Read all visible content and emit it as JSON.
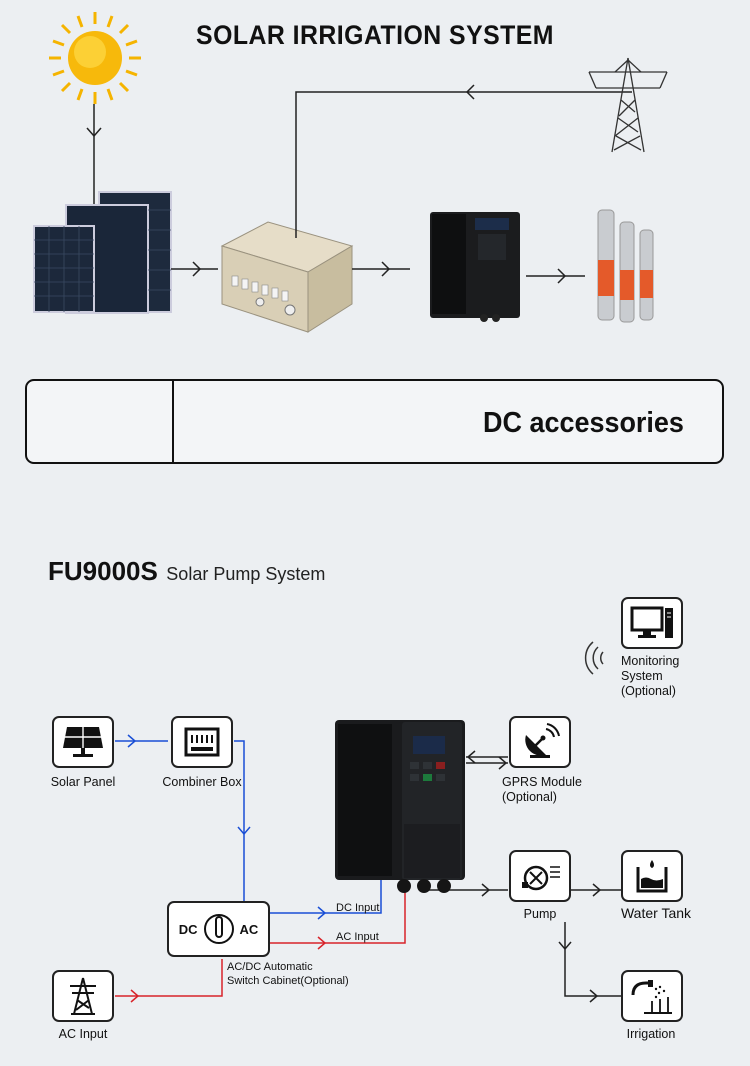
{
  "header": {
    "title": "SOLAR IRRIGATION SYSTEM"
  },
  "accessories": {
    "label": "DC accessories"
  },
  "system": {
    "model": "FU9000S",
    "subtitle": "Solar Pump System"
  },
  "nodes": {
    "solar_panel": "Solar Panel",
    "combiner_box": "Combiner Box",
    "monitoring": [
      "Monitoring",
      "System",
      "(Optional)"
    ],
    "gprs": [
      "GPRS Module",
      "(Optional)"
    ],
    "pump": "Pump",
    "water_tank": "Water Tank",
    "irrigation": "Irrigation",
    "ac_input": "AC Input",
    "switch_cabinet": [
      "AC/DC Automatic",
      "Switch Cabinet(Optional)"
    ],
    "switch_dc": "DC",
    "switch_ac": "AC"
  },
  "wires": {
    "dc_input": "DC Input",
    "ac_input": "AC Input"
  },
  "colors": {
    "dc_wire": "#1a4fd6",
    "ac_wire": "#d8232a",
    "line": "#222222"
  }
}
